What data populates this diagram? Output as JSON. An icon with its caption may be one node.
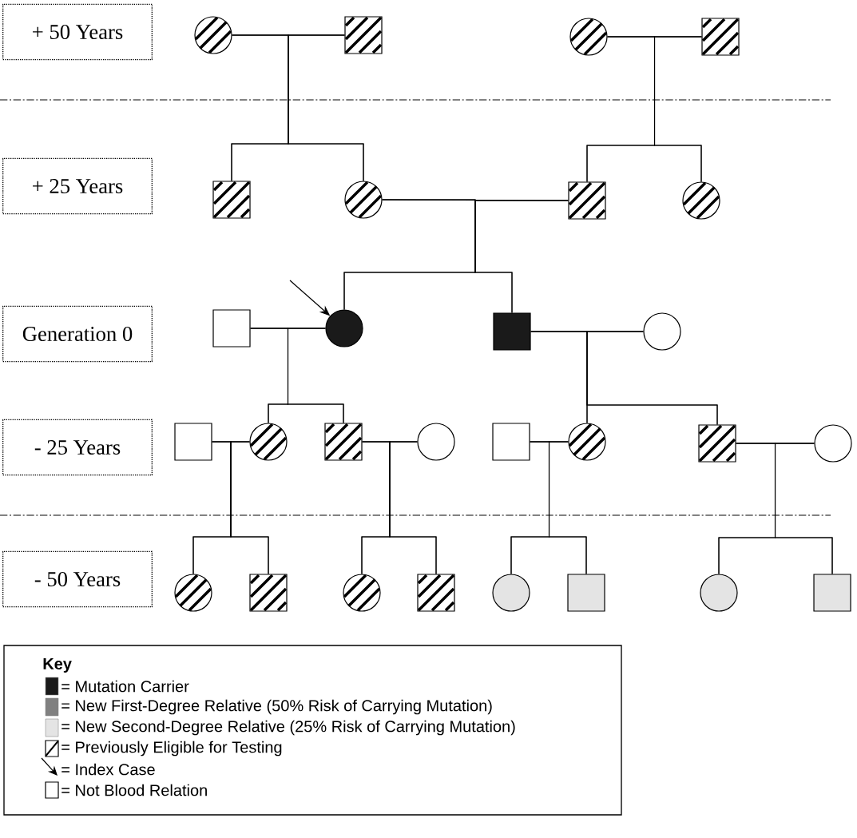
{
  "diagram": {
    "nodes": [
      {
        "text": [
          "+ 50 Years"
        ]
      },
      {
        "text": [
          "+ 25 Years"
        ]
      },
      {
        "text": [
          "Generation 0"
        ]
      },
      {
        "text": [
          "- 25 Years"
        ]
      },
      {
        "text": [
          "- 50 Years"
        ]
      },
      {
        "text": [],
        "shape": "circle"
      },
      {
        "text": [],
        "shape": "box"
      },
      {
        "text": [],
        "shape": "circle"
      },
      {
        "text": [],
        "shape": "box"
      },
      {
        "text": [],
        "shape": "box"
      },
      {
        "text": [],
        "shape": "circle"
      },
      {
        "text": [],
        "shape": "box"
      },
      {
        "text": [],
        "shape": "circle"
      },
      {
        "text": [],
        "shape": "box"
      },
      {
        "text": [],
        "shape": "circle"
      },
      {
        "text": [],
        "shape": "box"
      },
      {
        "text": [],
        "shape": "circle"
      },
      {
        "text": [],
        "shape": "box"
      },
      {
        "text": [],
        "shape": "circle"
      },
      {
        "text": [],
        "shape": "box"
      },
      {
        "text": [],
        "shape": "circle"
      },
      {
        "text": [],
        "shape": "box"
      },
      {
        "text": [],
        "shape": "circle"
      },
      {
        "text": [],
        "shape": "box"
      },
      {
        "text": [],
        "shape": "circle"
      },
      {
        "text": [],
        "shape": "circle"
      },
      {
        "text": [],
        "shape": "box"
      },
      {
        "text": [],
        "shape": "circle"
      },
      {
        "text": [],
        "shape": "box"
      },
      {
        "text": [],
        "shape": "circle"
      },
      {
        "text": [],
        "shape": "box"
      },
      {
        "text": [],
        "shape": "circle"
      },
      {
        "text": [],
        "shape": "box"
      }
    ],
    "edges": [
      {
        "from": 5,
        "to": 6,
        "arrow": "none"
      },
      {
        "from": 7,
        "to": 8,
        "arrow": "none"
      },
      {
        "from": 10,
        "to": 11,
        "arrow": "none"
      },
      {
        "from": 13,
        "to": 14,
        "arrow": "none"
      },
      {
        "from": 15,
        "to": 16,
        "arrow": "none"
      },
      {
        "from": 17,
        "to": 18,
        "arrow": "none"
      },
      {
        "from": 19,
        "to": 20,
        "arrow": "none"
      },
      {
        "from": 21,
        "to": 22,
        "arrow": "none"
      },
      {
        "from": 23,
        "to": 24,
        "arrow": "none"
      },
      {
        "from": 5,
        "to": 9,
        "arrow": "none"
      },
      {
        "from": 6,
        "to": 9,
        "arrow": "none"
      },
      {
        "from": 5,
        "to": 10,
        "arrow": "none"
      },
      {
        "from": 6,
        "to": 10,
        "arrow": "none"
      },
      {
        "from": 7,
        "to": 11,
        "arrow": "none"
      },
      {
        "from": 8,
        "to": 11,
        "arrow": "none"
      },
      {
        "from": 7,
        "to": 12,
        "arrow": "none"
      },
      {
        "from": 8,
        "to": 12,
        "arrow": "none"
      },
      {
        "from": 10,
        "to": 14,
        "arrow": "none"
      },
      {
        "from": 11,
        "to": 14,
        "arrow": "none"
      },
      {
        "from": 10,
        "to": 15,
        "arrow": "none"
      },
      {
        "from": 11,
        "to": 15,
        "arrow": "none"
      },
      {
        "from": 13,
        "to": 18,
        "arrow": "none"
      },
      {
        "from": 14,
        "to": 18,
        "arrow": "none"
      },
      {
        "from": 13,
        "to": 19,
        "arrow": "none"
      },
      {
        "from": 14,
        "to": 19,
        "arrow": "none"
      },
      {
        "from": 15,
        "to": 22,
        "arrow": "none"
      },
      {
        "from": 16,
        "to": 22,
        "arrow": "none"
      },
      {
        "from": 15,
        "to": 23,
        "arrow": "none"
      },
      {
        "from": 16,
        "to": 23,
        "arrow": "none"
      },
      {
        "from": 17,
        "to": 25,
        "arrow": "none"
      },
      {
        "from": 18,
        "to": 25,
        "arrow": "none"
      },
      {
        "from": 17,
        "to": 26,
        "arrow": "none"
      },
      {
        "from": 18,
        "to": 26,
        "arrow": "none"
      },
      {
        "from": 19,
        "to": 27,
        "arrow": "none"
      },
      {
        "from": 20,
        "to": 27,
        "arrow": "none"
      },
      {
        "from": 19,
        "to": 28,
        "arrow": "none"
      },
      {
        "from": 20,
        "to": 28,
        "arrow": "none"
      },
      {
        "from": 21,
        "to": 29,
        "arrow": "none"
      },
      {
        "from": 22,
        "to": 29,
        "arrow": "none"
      },
      {
        "from": 21,
        "to": 30,
        "arrow": "none"
      },
      {
        "from": 22,
        "to": 30,
        "arrow": "none"
      },
      {
        "from": 23,
        "to": 31,
        "arrow": "none"
      },
      {
        "from": 24,
        "to": 31,
        "arrow": "none"
      },
      {
        "from": 23,
        "to": 32,
        "arrow": "none"
      },
      {
        "from": 24,
        "to": 32,
        "arrow": "none"
      },
      {
        "from": null,
        "to": 14,
        "arrow": "to"
      }
    ],
    "labels": [
      "Key"
    ],
    "legend": [
      {
        "text": "= Mutation Carrier",
        "color": "#1a1a1a"
      },
      {
        "text": "= New First-Degree Relative (50% Risk of Carrying Mutation)",
        "color": "#808080"
      },
      {
        "text": "= New Second-Degree Relative (25% Risk of Carrying Mutation)",
        "color": "#e4e4e4"
      },
      {
        "text": "= Previously Eligible for Testing"
      },
      {
        "text": "= Index Case"
      },
      {
        "text": "= Not Blood Relation"
      }
    ]
  }
}
